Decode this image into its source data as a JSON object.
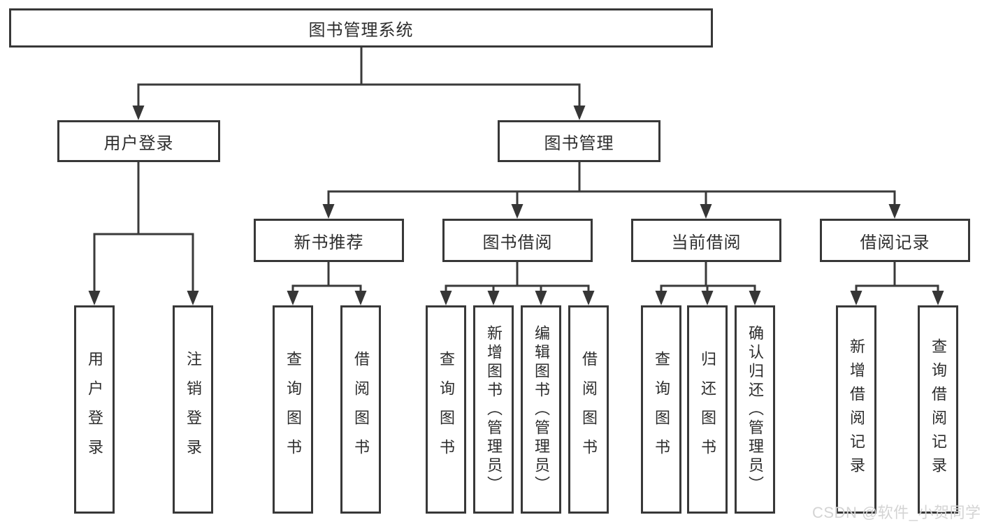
{
  "tree": {
    "root": {
      "label": "图书管理系统"
    },
    "branches": [
      {
        "label": "用户登录",
        "children": [
          {
            "label": "用户登录"
          },
          {
            "label": "注销登录"
          }
        ]
      },
      {
        "label": "图书管理",
        "children": [
          {
            "label": "新书推荐",
            "children": [
              {
                "label": "查询图书"
              },
              {
                "label": "借阅图书"
              }
            ]
          },
          {
            "label": "图书借阅",
            "children": [
              {
                "label": "查询图书"
              },
              {
                "label": "新增图书（管理员）"
              },
              {
                "label": "编辑图书（管理员）"
              },
              {
                "label": "借阅图书"
              }
            ]
          },
          {
            "label": "当前借阅",
            "children": [
              {
                "label": "查询图书"
              },
              {
                "label": "归还图书"
              },
              {
                "label": "确认归还（管理员）"
              }
            ]
          },
          {
            "label": "借阅记录",
            "children": [
              {
                "label": "新增借阅记录"
              },
              {
                "label": "查询借阅记录"
              }
            ]
          }
        ]
      }
    ]
  },
  "watermark": "CSDN @软件_小贺同学",
  "colors": {
    "line": "#3a3a3a",
    "box_border": "#383838",
    "text": "#2d2d2d",
    "watermark": "#d4d4d4",
    "background": "#ffffff"
  }
}
